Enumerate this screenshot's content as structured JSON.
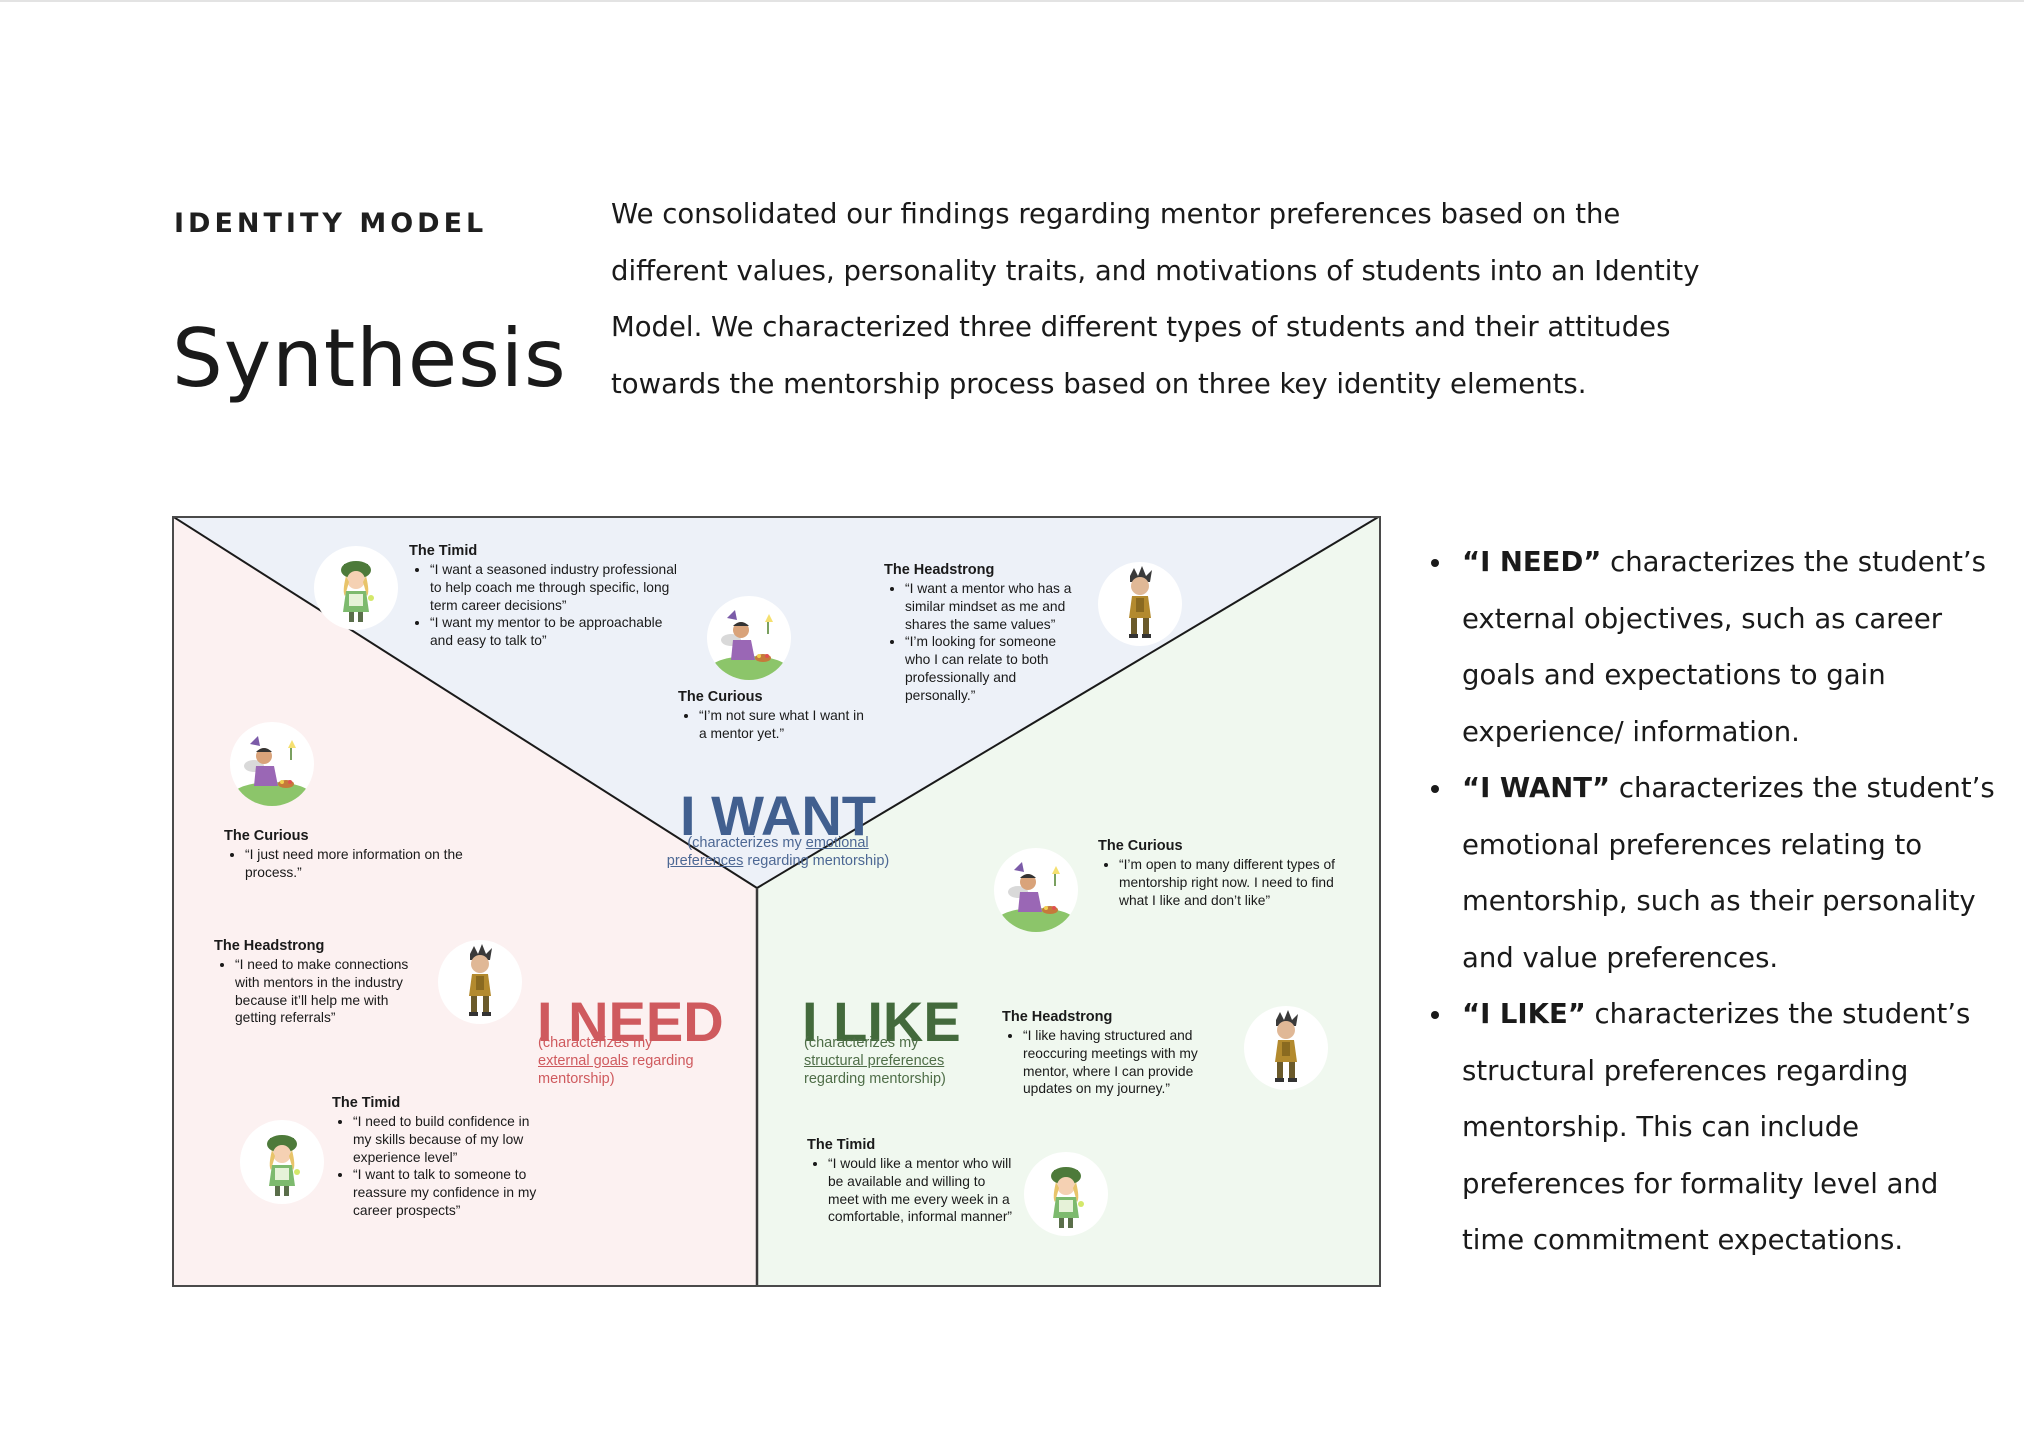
{
  "header": {
    "eyebrow": "IDENTITY MODEL",
    "title": "Synthesis",
    "intro": "We consolidated our findings regarding mentor preferences based on the different values, personality traits, and motivations of students into an Identity Model. We characterized three different types of students and their attitudes towards the mentorship process based on three key identity elements."
  },
  "diagram": {
    "colors": {
      "need_bg": "#fcf1f1",
      "want_bg": "#edf1f8",
      "like_bg": "#f0f8ef",
      "need": "#cf5a5e",
      "want": "#415f8f",
      "like": "#436a3c"
    },
    "want": {
      "title": "I WANT",
      "cap_pre": "(characterizes my ",
      "cap_link1": "emotional",
      "cap_link2": "preferences",
      "cap_post": " regarding mentorship)"
    },
    "need": {
      "title": "I NEED",
      "cap_pre": "(characterizes my",
      "cap_link": "external goals",
      "cap_mid": " regarding",
      "cap_post": "mentorship)"
    },
    "like": {
      "title": "I LIKE",
      "cap_pre": "(characterizes my",
      "cap_link": "structural preferences",
      "cap_post": "regarding mentorship)"
    },
    "quotes": {
      "want_timid": {
        "name": "The Timid",
        "items": [
          "“I want a seasoned industry professional to help coach me through specific, long term career decisions”",
          "“I want my mentor to be approachable and easy to talk to”"
        ]
      },
      "want_curious": {
        "name": "The Curious",
        "items": [
          "“I’m not sure what I want in a mentor yet.”"
        ]
      },
      "want_headstrong": {
        "name": "The Headstrong",
        "items": [
          "“I want a mentor who has a similar mindset as me and shares the same values”",
          "“I’m looking for someone who I can relate to both professionally and personally.”"
        ]
      },
      "need_curious": {
        "name": "The Curious",
        "items": [
          "“I just need more information on the process.”"
        ]
      },
      "need_headstrong": {
        "name": "The Headstrong",
        "items": [
          "“I need to make connections with mentors in the industry because it’ll help me with getting referrals”"
        ]
      },
      "need_timid": {
        "name": "The Timid",
        "items": [
          "“I need to build confidence in my skills because of my low experience level”",
          "“I want to talk to someone to reassure my confidence in my career prospects”"
        ]
      },
      "like_curious": {
        "name": "The Curious",
        "items": [
          "“I’m open to many different types of mentorship right now. I need to find what I like and don’t like”"
        ]
      },
      "like_headstrong": {
        "name": "The Headstrong",
        "items": [
          "“I like having structured and reoccuring meetings with my mentor, where I can provide updates on my journey.”"
        ]
      },
      "like_timid": {
        "name": "The Timid",
        "items": [
          "“I would like a mentor who will be available and willing to meet with me every week in a comfortable, informal manner”"
        ]
      }
    }
  },
  "sidebar": [
    {
      "term": "“I NEED”",
      "text": " characterizes the student’s external objectives, such as career goals and expectations to gain experience/ information."
    },
    {
      "term": "“I WANT”",
      "text": " characterizes the student’s emotional preferences relating to mentorship, such as their personality and value preferences."
    },
    {
      "term": " “I LIKE”",
      "text": " characterizes the student’s structural preferences regarding mentorship. This can include preferences for formality level and time commitment expectations."
    }
  ]
}
